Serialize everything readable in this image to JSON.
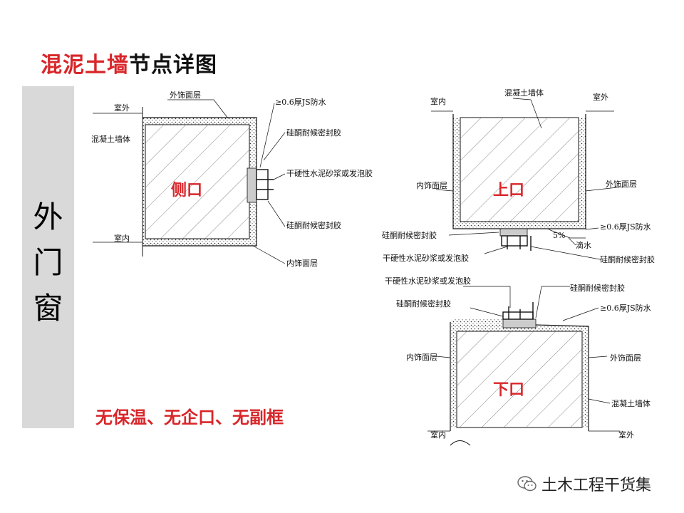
{
  "title": {
    "red": "混泥土墙",
    "black": "节点详图"
  },
  "sidebar": {
    "chars": [
      "外",
      "门",
      "窗"
    ]
  },
  "note": "无保温、无企口、无副框",
  "watermark": {
    "text": "土木工程干货集",
    "icon": "wechat-icon"
  },
  "detail_side": {
    "name": "侧口",
    "labels": {
      "exterior": "室外",
      "interior": "室内",
      "wall": "混凝土墙体",
      "ext_finish": "外饰面层",
      "waterproof": "≥0.6厚JS防水",
      "sealant_top": "硅酮耐候密封胶",
      "mortar": "干硬性水泥砂浆或发泡胶",
      "sealant_bottom": "硅酮耐候密封胶",
      "int_finish": "内饰面层"
    }
  },
  "detail_top": {
    "name": "上口",
    "labels": {
      "interior": "室内",
      "wall": "混凝土墙体",
      "exterior": "室外",
      "int_finish": "内饰面层",
      "ext_finish": "外饰面层",
      "waterproof": "≥0.6厚JS防水",
      "sealant_left": "硅酮耐候密封胶",
      "slope": "5%",
      "drip": "滴水",
      "mortar": "干硬性水泥砂浆或发泡胶",
      "sealant_right": "硅酮耐候密封胶"
    }
  },
  "detail_bottom": {
    "name": "下口",
    "labels": {
      "mortar": "干硬性水泥砂浆或发泡胶",
      "sealant_right": "硅酮耐候密封胶",
      "sealant_left": "硅酮耐候密封胶",
      "waterproof": "≥0.6厚JS防水",
      "int_finish": "内饰面层",
      "ext_finish": "外饰面层",
      "wall": "混凝土墙体",
      "interior": "室内",
      "exterior": "室外"
    }
  },
  "colors": {
    "accent_red": "#d8262a",
    "sidebar_gray": "#d9d9d9",
    "line": "#111111"
  }
}
